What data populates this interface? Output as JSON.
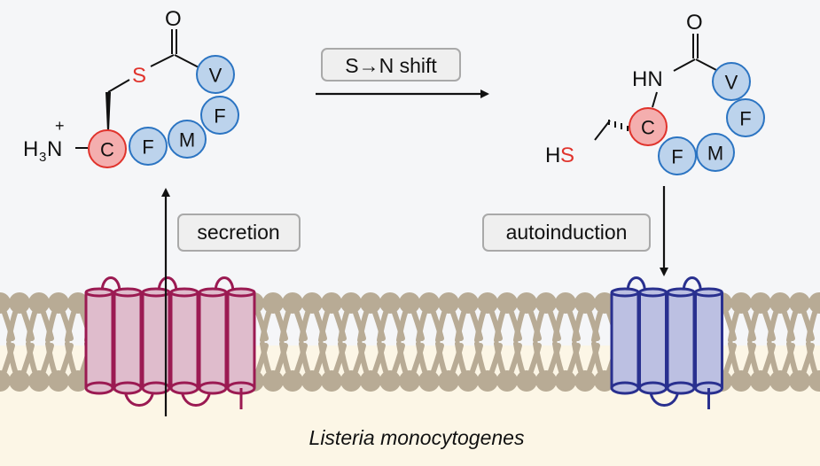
{
  "colors": {
    "background_outside": "#f5f6f8",
    "background_cytoplasm": "#fcf6e6",
    "lipid": "#b8ab95",
    "residue_fill": "#bcd3ec",
    "residue_stroke": "#2b74c2",
    "cysteine_fill": "#f4aeae",
    "cysteine_stroke": "#e0332c",
    "sulfur_text": "#e0332c",
    "secretion_protein_fill": "#dfbccc",
    "secretion_protein_stroke": "#9b1a52",
    "receptor_fill": "#bcc0e2",
    "receptor_stroke": "#29308f",
    "label_box_fill": "#efefef",
    "label_box_stroke": "#a9a9a9"
  },
  "thiolactone": {
    "name": "thiolactone peptide",
    "carbonyl_label": "O",
    "sulfur_label": "S",
    "amine_label": "H",
    "amine_subscript": "3",
    "amine_n": "N",
    "amine_charge": "+",
    "residues": [
      {
        "letter": "C",
        "type": "cysteine"
      },
      {
        "letter": "F",
        "type": "standard"
      },
      {
        "letter": "M",
        "type": "standard"
      },
      {
        "letter": "F",
        "type": "standard"
      },
      {
        "letter": "V",
        "type": "standard"
      }
    ]
  },
  "lactam": {
    "name": "lactam peptide",
    "carbonyl_label": "O",
    "amide_label": "HN",
    "thiol_h": "H",
    "thiol_s": "S",
    "residues": [
      {
        "letter": "C",
        "type": "cysteine"
      },
      {
        "letter": "F",
        "type": "standard"
      },
      {
        "letter": "M",
        "type": "standard"
      },
      {
        "letter": "F",
        "type": "standard"
      },
      {
        "letter": "V",
        "type": "standard"
      }
    ]
  },
  "labels": {
    "shift": "S→N shift",
    "secretion": "secretion",
    "autoinduction": "autoinduction",
    "organism": "Listeria monocytogenes"
  },
  "proteins": {
    "secretion_protein": {
      "name": "secretion transporter",
      "helices": 6
    },
    "receptor": {
      "name": "receptor",
      "helices": 4
    }
  }
}
